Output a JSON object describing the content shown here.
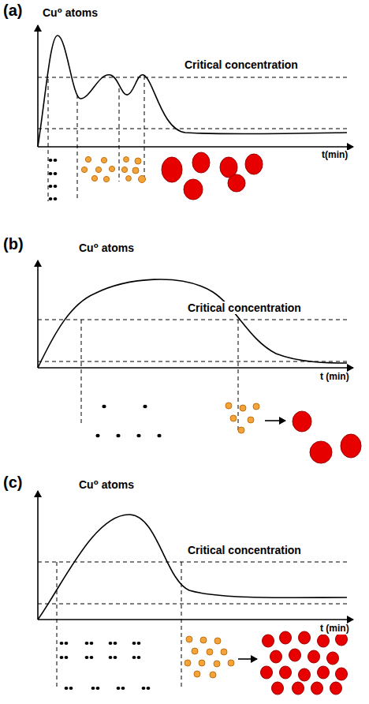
{
  "diagram": {
    "labels": [
      "(a)",
      "Cu⁰ atoms",
      "Critical concentration",
      "t(min)",
      "(b)",
      "Cu⁰ atoms",
      "Critical concentration",
      "t (min)",
      "(c)",
      "Cu⁰ atoms",
      "Critical concentration",
      "t (min)"
    ]
  }
}
